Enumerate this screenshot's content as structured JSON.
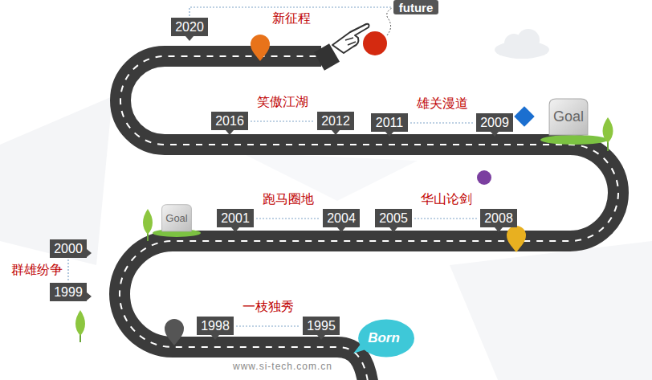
{
  "diagram": {
    "nodes": [
      {
        "text": [
          "2020"
        ]
      },
      {
        "text": [
          "future"
        ]
      },
      {
        "text": [
          "2016"
        ]
      },
      {
        "text": [
          "2012"
        ]
      },
      {
        "text": [
          "2011"
        ]
      },
      {
        "text": [
          "2009"
        ]
      },
      {
        "text": [
          "Goal"
        ]
      },
      {
        "text": [
          "Goal"
        ]
      },
      {
        "text": [
          "2001"
        ]
      },
      {
        "text": [
          "2004"
        ]
      },
      {
        "text": [
          "2005"
        ]
      },
      {
        "text": [
          "2008"
        ]
      },
      {
        "text": [
          "2000"
        ]
      },
      {
        "text": [
          "1999"
        ]
      },
      {
        "text": [
          "1998"
        ]
      },
      {
        "text": [
          "1995"
        ]
      },
      {
        "text": [
          "Born"
        ]
      }
    ],
    "edges": [
      {
        "from": 0,
        "to": 1,
        "label": "新征程",
        "arrow": "none"
      },
      {
        "from": 2,
        "to": 3,
        "label": "笑傲江湖",
        "arrow": "none"
      },
      {
        "from": 4,
        "to": 5,
        "label": "雄关漫道",
        "arrow": "none"
      },
      {
        "from": 8,
        "to": 9,
        "label": "跑马圈地",
        "arrow": "none"
      },
      {
        "from": 10,
        "to": 11,
        "label": "华山论剑",
        "arrow": "none"
      },
      {
        "from": 12,
        "to": 13,
        "label": "群雄纷争",
        "arrow": "none"
      },
      {
        "from": 14,
        "to": 15,
        "label": "一枝独秀",
        "arrow": "none"
      }
    ],
    "labels": [
      "www.si-tech.com.cn"
    ]
  }
}
